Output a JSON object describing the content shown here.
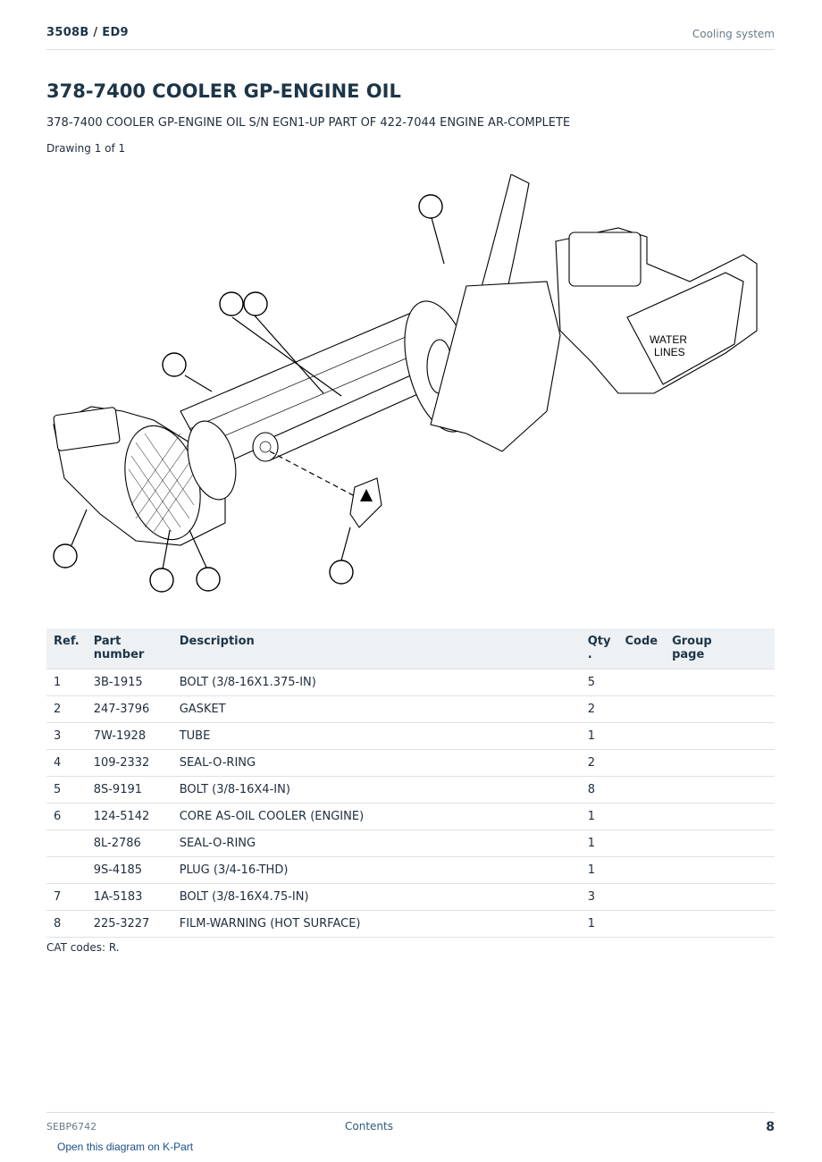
{
  "header": {
    "model": "3508B  /  ED9",
    "section": "Cooling system"
  },
  "title": "378-7400 COOLER GP-ENGINE OIL",
  "subtitle": "378-7400 COOLER GP-ENGINE OIL S/N EGN1-UP PART OF 422-7044 ENGINE AR-COMPLETE",
  "drawing_label": "Drawing 1 of 1",
  "diagram": {
    "water_lines_label_1": "WATER",
    "water_lines_label_2": "LINES"
  },
  "table": {
    "headers": {
      "ref": "Ref.",
      "part_number": "Part number",
      "description": "Description",
      "qty_1": "Qty",
      "qty_2": ".",
      "code": "Code",
      "group_1": "Group",
      "group_2": "page"
    },
    "rows": [
      {
        "ref": "1",
        "part_number": "3B-1915",
        "description": "BOLT (3/8-16X1.375-IN)",
        "qty": "5",
        "code": "",
        "group": ""
      },
      {
        "ref": "2",
        "part_number": "247-3796",
        "description": "GASKET",
        "qty": "2",
        "code": "",
        "group": ""
      },
      {
        "ref": "3",
        "part_number": "7W-1928",
        "description": "TUBE",
        "qty": "1",
        "code": "",
        "group": ""
      },
      {
        "ref": "4",
        "part_number": "109-2332",
        "description": "SEAL-O-RING",
        "qty": "2",
        "code": "",
        "group": ""
      },
      {
        "ref": "5",
        "part_number": "8S-9191",
        "description": "BOLT (3/8-16X4-IN)",
        "qty": "8",
        "code": "",
        "group": ""
      },
      {
        "ref": "6",
        "part_number": "124-5142",
        "description": "CORE AS-OIL COOLER (ENGINE)",
        "qty": "1",
        "code": "",
        "group": ""
      },
      {
        "ref": "",
        "part_number": "8L-2786",
        "description": "SEAL-O-RING",
        "qty": "1",
        "code": "",
        "group": ""
      },
      {
        "ref": "",
        "part_number": "9S-4185",
        "description": "PLUG (3/4-16-THD)",
        "qty": "1",
        "code": "",
        "group": ""
      },
      {
        "ref": "7",
        "part_number": "1A-5183",
        "description": "BOLT (3/8-16X4.75-IN)",
        "qty": "3",
        "code": "",
        "group": ""
      },
      {
        "ref": "8",
        "part_number": "225-3227",
        "description": "FILM-WARNING (HOT SURFACE)",
        "qty": "1",
        "code": "",
        "group": ""
      }
    ]
  },
  "footnote": "CAT codes: R.",
  "footer": {
    "doc_id": "SEBP6742",
    "contents_link": "Contents",
    "page_number": "8"
  },
  "kpart_link": "Open this diagram on K-Part"
}
